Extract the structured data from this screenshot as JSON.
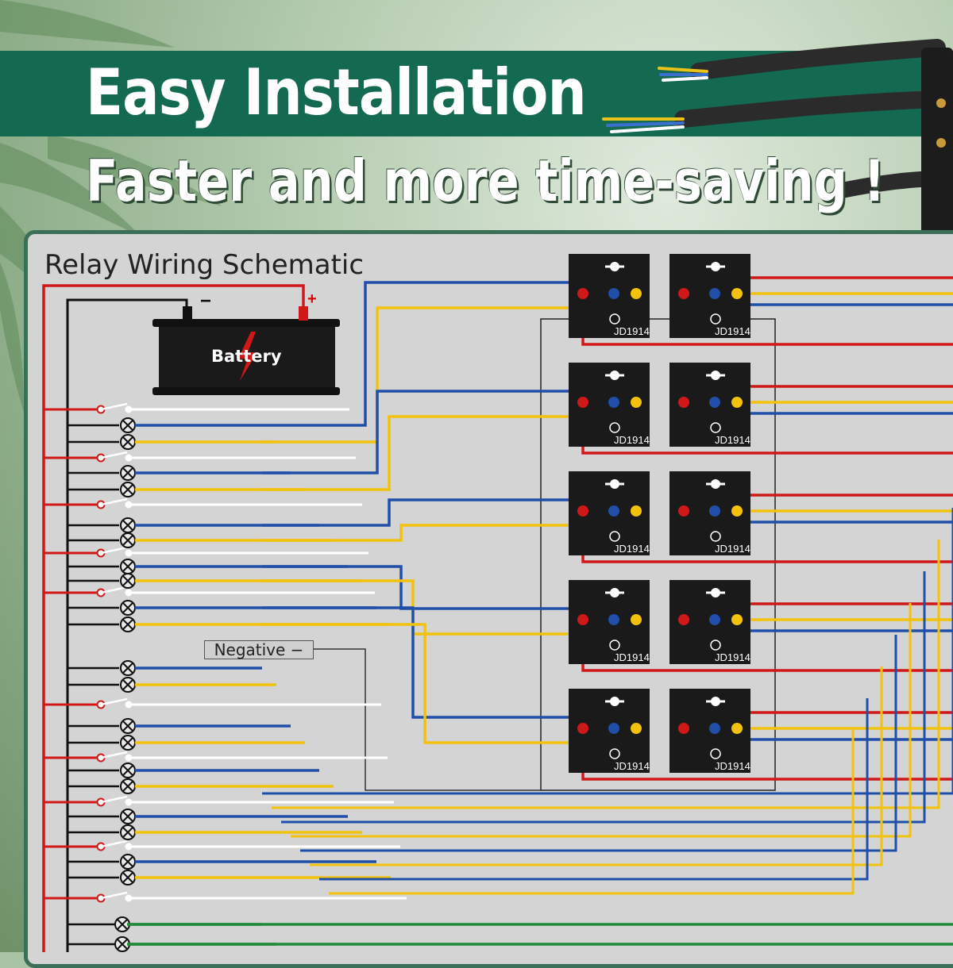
{
  "header": {
    "title": "Easy Installation",
    "subtitle": "Faster and more time-saving !"
  },
  "schematic": {
    "title": "Relay Wiring Schematic",
    "battery_label": "Battery",
    "positive_symbol": "+",
    "negative_symbol": "−",
    "negative_label": "Negative −",
    "relay_model": "JD1914",
    "relay_count": 10
  },
  "colors": {
    "banner": "#146a50",
    "panel": "#d4d4d4",
    "wire_red": "#d01818",
    "wire_blue": "#1f4fa8",
    "wire_yellow": "#f2c20c",
    "wire_white": "#ffffff",
    "wire_black": "#111111",
    "wire_green": "#1f8a3a",
    "relay_body": "#1a1a1a"
  }
}
